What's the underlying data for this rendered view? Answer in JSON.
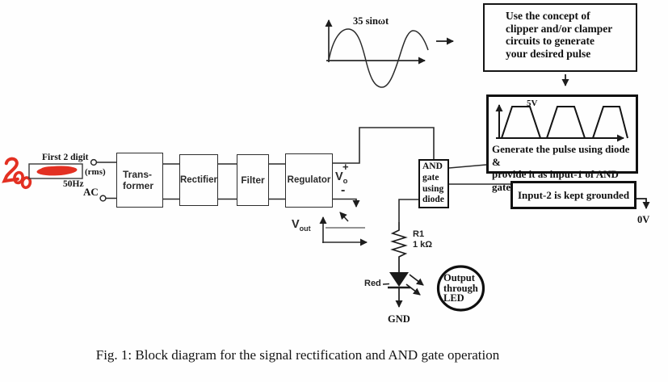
{
  "figure_caption": "Fig. 1: Block diagram for the signal rectification and AND gate operation",
  "colors": {
    "ink": "#222222",
    "box_border": "#111111",
    "red_annotation": "#e33022"
  },
  "source_input": {
    "label": "First 2 digit",
    "rms": "(rms)",
    "frequency": "50Hz",
    "type": "AC",
    "handwritten_value": "200"
  },
  "chain_blocks": {
    "transformer": "Trans-\nformer",
    "rectifier": "Rectifier",
    "filter": "Filter",
    "regulator": "Regulator"
  },
  "signals": {
    "sine_label": "35 sinωt",
    "pulse_level": "5V",
    "ground_level": "0V",
    "vo_plus": "+",
    "vo_main": "V",
    "vo_sub": "o",
    "vo_minus": "-",
    "vout_main": "V",
    "vout_sub": "out"
  },
  "and_gate_label": "AND\ngate\nusing\ndiode",
  "instruction_boxes": {
    "clipper": "Use the concept of\nclipper and/or clamper\ncircuits to generate\nyour desired pulse",
    "pulse_generation": "Generate the pulse using diode &\nprovide it as input-1 of AND gate",
    "input2": "Input-2 is kept grounded"
  },
  "output_branch": {
    "resistor_name": "R1",
    "resistor_value": "1 kΩ",
    "led_label": "Red",
    "ground_label": "GND",
    "output_note": "Output\nthrough\nLED"
  }
}
